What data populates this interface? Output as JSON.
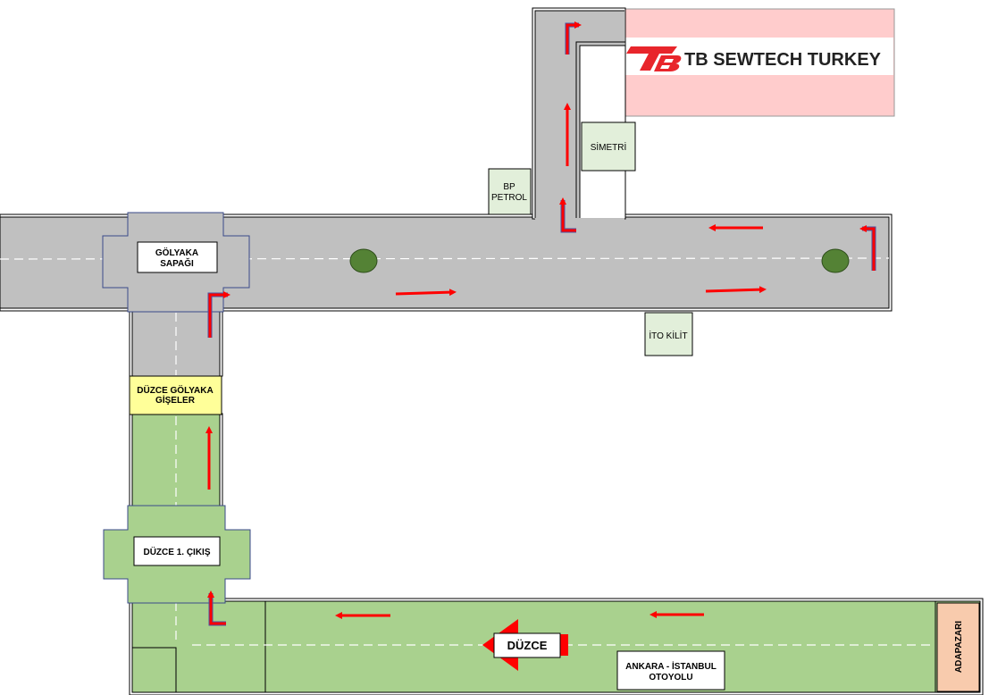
{
  "brand": {
    "logo_text": "TB SEWTECH TURKEY",
    "band_color": "#ffcccc",
    "accent_color": "#e8252b"
  },
  "places": {
    "golyaka_sapagi": "GÖLYAKA\nSAPAĞI",
    "bp_petrol": "BP\nPETROL",
    "simetri": "SİMETRİ",
    "ito_kilit": "İTO KİLİT",
    "duzce_golyaka_giseler": "DÜZCE GÖLYAKA\nGİŞELER",
    "duzce_1_cikis": "DÜZCE 1. ÇIKIŞ",
    "duzce": "DÜZCE",
    "ankara_istanbul_otoyolu": "ANKARA - İSTANBUL\nOTOYOLU",
    "adapazari": "ADAPAZARI"
  },
  "colors": {
    "road": "#c0c0c0",
    "highway": "#a9d18e",
    "toll": "#ffff99",
    "landmark_box": "#e2efda",
    "adapazari_box": "#f8cbad",
    "roundabout": "#548235",
    "arrow": "#ff0000",
    "arrow_edge": "#4a55a2"
  }
}
